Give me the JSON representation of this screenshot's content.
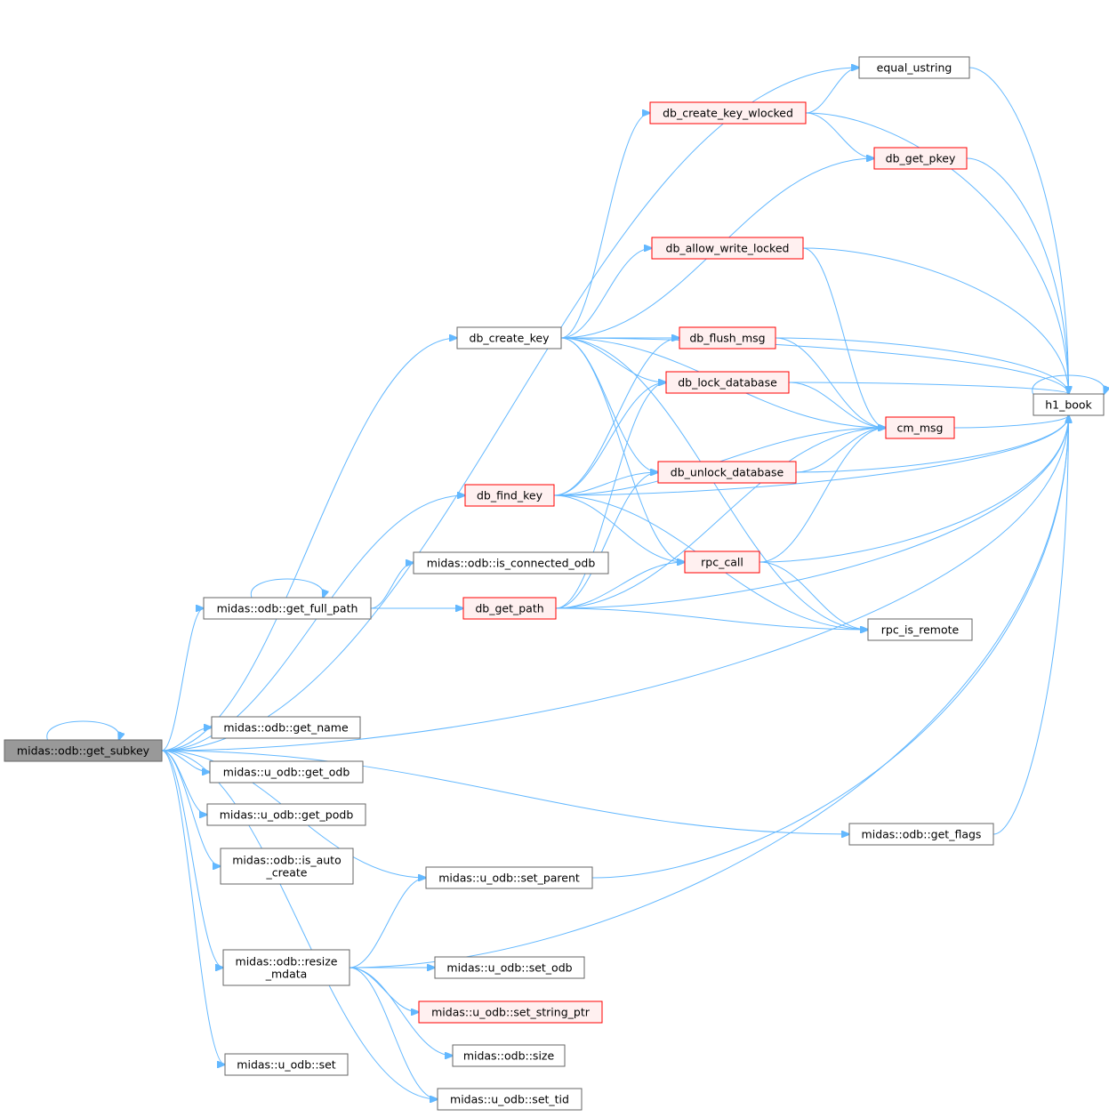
{
  "colors": {
    "edge": "#63b8ff",
    "node_border": "#666666",
    "node_fill": "#ffffff",
    "root_fill": "#999999",
    "highlight_border": "#ff0000",
    "highlight_fill": "#fff0f0"
  },
  "nodes": [
    {
      "id": "get_subkey",
      "lines": [
        "midas::odb::get_subkey"
      ],
      "style": "root"
    },
    {
      "id": "equal_ustring",
      "lines": [
        "equal_ustring"
      ],
      "style": "normal"
    },
    {
      "id": "db_create_key_wlocked",
      "lines": [
        "db_create_key_wlocked"
      ],
      "style": "red"
    },
    {
      "id": "db_get_pkey",
      "lines": [
        "db_get_pkey"
      ],
      "style": "red"
    },
    {
      "id": "db_allow_write_locked",
      "lines": [
        "db_allow_write_locked"
      ],
      "style": "red"
    },
    {
      "id": "db_create_key",
      "lines": [
        "db_create_key"
      ],
      "style": "normal"
    },
    {
      "id": "db_flush_msg",
      "lines": [
        "db_flush_msg"
      ],
      "style": "red"
    },
    {
      "id": "db_lock_database",
      "lines": [
        "db_lock_database"
      ],
      "style": "red"
    },
    {
      "id": "h1_book",
      "lines": [
        "h1_book"
      ],
      "style": "normal"
    },
    {
      "id": "cm_msg",
      "lines": [
        "cm_msg"
      ],
      "style": "red"
    },
    {
      "id": "db_unlock_database",
      "lines": [
        "db_unlock_database"
      ],
      "style": "red"
    },
    {
      "id": "db_find_key",
      "lines": [
        "db_find_key"
      ],
      "style": "red"
    },
    {
      "id": "is_connected_odb",
      "lines": [
        "midas::odb::is_connected_odb"
      ],
      "style": "normal"
    },
    {
      "id": "rpc_call",
      "lines": [
        "rpc_call"
      ],
      "style": "red"
    },
    {
      "id": "get_full_path",
      "lines": [
        "midas::odb::get_full_path"
      ],
      "style": "normal"
    },
    {
      "id": "db_get_path",
      "lines": [
        "db_get_path"
      ],
      "style": "red"
    },
    {
      "id": "rpc_is_remote",
      "lines": [
        "rpc_is_remote"
      ],
      "style": "normal"
    },
    {
      "id": "get_name",
      "lines": [
        "midas::odb::get_name"
      ],
      "style": "normal"
    },
    {
      "id": "get_odb",
      "lines": [
        "midas::u_odb::get_odb"
      ],
      "style": "normal"
    },
    {
      "id": "get_podb",
      "lines": [
        "midas::u_odb::get_podb"
      ],
      "style": "normal"
    },
    {
      "id": "get_flags",
      "lines": [
        "midas::odb::get_flags"
      ],
      "style": "normal"
    },
    {
      "id": "is_auto_create",
      "lines": [
        "midas::odb::is_auto",
        "_create"
      ],
      "style": "normal"
    },
    {
      "id": "set_parent",
      "lines": [
        "midas::u_odb::set_parent"
      ],
      "style": "normal"
    },
    {
      "id": "resize_mdata",
      "lines": [
        "midas::odb::resize",
        "_mdata"
      ],
      "style": "normal"
    },
    {
      "id": "set_odb",
      "lines": [
        "midas::u_odb::set_odb"
      ],
      "style": "normal"
    },
    {
      "id": "set_string_ptr",
      "lines": [
        "midas::u_odb::set_string_ptr"
      ],
      "style": "red"
    },
    {
      "id": "size",
      "lines": [
        "midas::odb::size"
      ],
      "style": "normal"
    },
    {
      "id": "set",
      "lines": [
        "midas::u_odb::set"
      ],
      "style": "normal"
    },
    {
      "id": "set_tid",
      "lines": [
        "midas::u_odb::set_tid"
      ],
      "style": "normal"
    }
  ],
  "edges": [
    [
      "get_subkey",
      "get_subkey"
    ],
    [
      "get_subkey",
      "h1_book"
    ],
    [
      "get_subkey",
      "equal_ustring"
    ],
    [
      "get_subkey",
      "db_create_key"
    ],
    [
      "get_subkey",
      "db_find_key"
    ],
    [
      "get_subkey",
      "get_full_path"
    ],
    [
      "get_subkey",
      "get_name"
    ],
    [
      "get_subkey",
      "get_odb"
    ],
    [
      "get_subkey",
      "get_podb"
    ],
    [
      "get_subkey",
      "is_auto_create"
    ],
    [
      "get_subkey",
      "set_parent"
    ],
    [
      "get_subkey",
      "resize_mdata"
    ],
    [
      "get_subkey",
      "set"
    ],
    [
      "get_subkey",
      "set_tid"
    ],
    [
      "get_subkey",
      "get_flags"
    ],
    [
      "db_create_key",
      "db_create_key_wlocked"
    ],
    [
      "db_create_key",
      "db_get_pkey"
    ],
    [
      "db_create_key",
      "h1_book"
    ],
    [
      "db_create_key",
      "db_allow_write_locked"
    ],
    [
      "db_create_key",
      "cm_msg"
    ],
    [
      "db_create_key",
      "db_flush_msg"
    ],
    [
      "db_create_key",
      "db_lock_database"
    ],
    [
      "db_create_key",
      "db_unlock_database"
    ],
    [
      "db_create_key",
      "rpc_call"
    ],
    [
      "db_create_key",
      "rpc_is_remote"
    ],
    [
      "db_create_key_wlocked",
      "equal_ustring"
    ],
    [
      "db_create_key_wlocked",
      "db_get_pkey"
    ],
    [
      "db_create_key_wlocked",
      "h1_book"
    ],
    [
      "db_get_pkey",
      "h1_book"
    ],
    [
      "db_allow_write_locked",
      "cm_msg"
    ],
    [
      "db_allow_write_locked",
      "h1_book"
    ],
    [
      "db_flush_msg",
      "cm_msg"
    ],
    [
      "db_flush_msg",
      "h1_book"
    ],
    [
      "db_lock_database",
      "cm_msg"
    ],
    [
      "db_lock_database",
      "h1_book"
    ],
    [
      "db_unlock_database",
      "cm_msg"
    ],
    [
      "db_unlock_database",
      "h1_book"
    ],
    [
      "cm_msg",
      "h1_book"
    ],
    [
      "h1_book",
      "h1_book"
    ],
    [
      "equal_ustring",
      "h1_book"
    ],
    [
      "db_find_key",
      "db_flush_msg"
    ],
    [
      "db_find_key",
      "db_lock_database"
    ],
    [
      "db_find_key",
      "cm_msg"
    ],
    [
      "db_find_key",
      "db_unlock_database"
    ],
    [
      "db_find_key",
      "rpc_call"
    ],
    [
      "db_find_key",
      "rpc_is_remote"
    ],
    [
      "db_find_key",
      "h1_book"
    ],
    [
      "get_full_path",
      "get_full_path"
    ],
    [
      "get_full_path",
      "is_connected_odb"
    ],
    [
      "get_full_path",
      "db_get_path"
    ],
    [
      "db_get_path",
      "db_lock_database"
    ],
    [
      "db_get_path",
      "db_unlock_database"
    ],
    [
      "db_get_path",
      "rpc_call"
    ],
    [
      "db_get_path",
      "cm_msg"
    ],
    [
      "db_get_path",
      "rpc_is_remote"
    ],
    [
      "db_get_path",
      "h1_book"
    ],
    [
      "rpc_call",
      "cm_msg"
    ],
    [
      "rpc_call",
      "h1_book"
    ],
    [
      "rpc_call",
      "rpc_is_remote"
    ],
    [
      "get_flags",
      "h1_book"
    ],
    [
      "set_parent",
      "h1_book"
    ],
    [
      "resize_mdata",
      "set_parent"
    ],
    [
      "resize_mdata",
      "set_odb"
    ],
    [
      "resize_mdata",
      "set_string_ptr"
    ],
    [
      "resize_mdata",
      "size"
    ],
    [
      "resize_mdata",
      "set_tid"
    ],
    [
      "resize_mdata",
      "h1_book"
    ]
  ]
}
